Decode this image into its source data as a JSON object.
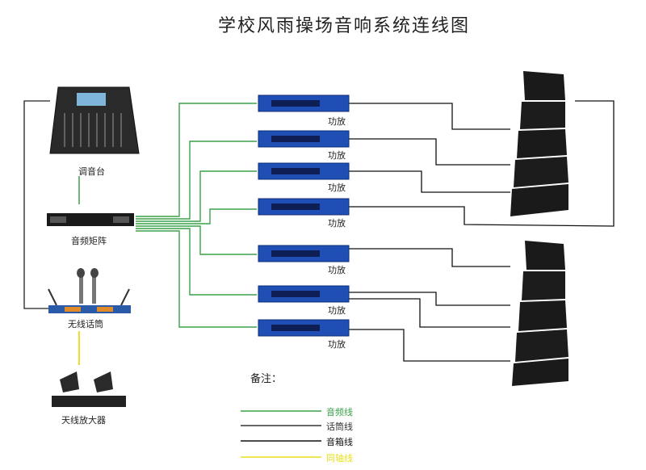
{
  "title": "学校风雨操场音响系统连线图",
  "devices": {
    "mixer": "调音台",
    "matrix": "音频矩阵",
    "mic": "无线话筒",
    "antenna": "天线放大器",
    "amp": "功放"
  },
  "legend": {
    "title": "备注：",
    "items": [
      {
        "label": "音频线",
        "color": "#3aa14a"
      },
      {
        "label": "话筒线",
        "color": "#333333"
      },
      {
        "label": "音箱线",
        "color": "#111111"
      },
      {
        "label": "同轴线",
        "color": "#e8e020"
      }
    ]
  },
  "colors": {
    "audio_line": "#3aa14a",
    "speaker_line": "#111111",
    "coax_line": "#e8e020",
    "amp_blue": "#1f4fb5"
  }
}
